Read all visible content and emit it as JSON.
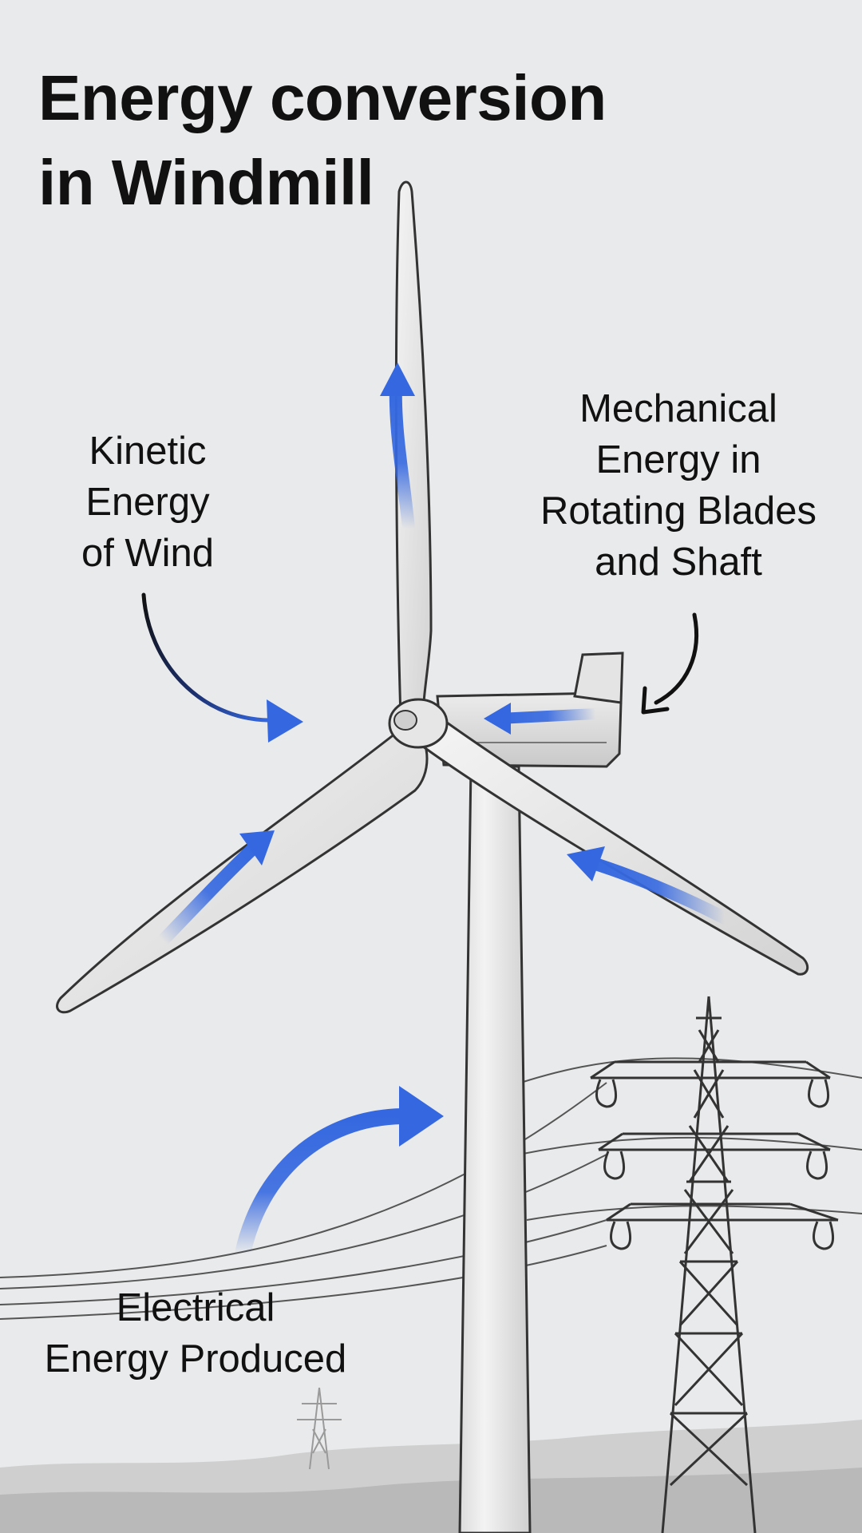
{
  "title": {
    "line1": "Energy conversion",
    "line2": "in Windmill"
  },
  "labels": {
    "kinetic": [
      "Kinetic",
      "Energy",
      "of Wind"
    ],
    "mechanical": [
      "Mechanical",
      "Energy in",
      "Rotating Blades",
      "and Shaft"
    ],
    "electrical": [
      "Electrical",
      "Energy Produced"
    ]
  },
  "colors": {
    "background": "#e9eaeb",
    "flow_arrow": "#3568e0",
    "pointer_arrow": "#111111",
    "structure_fill": "#f2f2f2",
    "structure_stroke": "#333333",
    "ground": "#b9b9b9"
  },
  "icons": [
    "wind-turbine",
    "power-pylon",
    "flow-arrow",
    "pointer-arrow"
  ]
}
